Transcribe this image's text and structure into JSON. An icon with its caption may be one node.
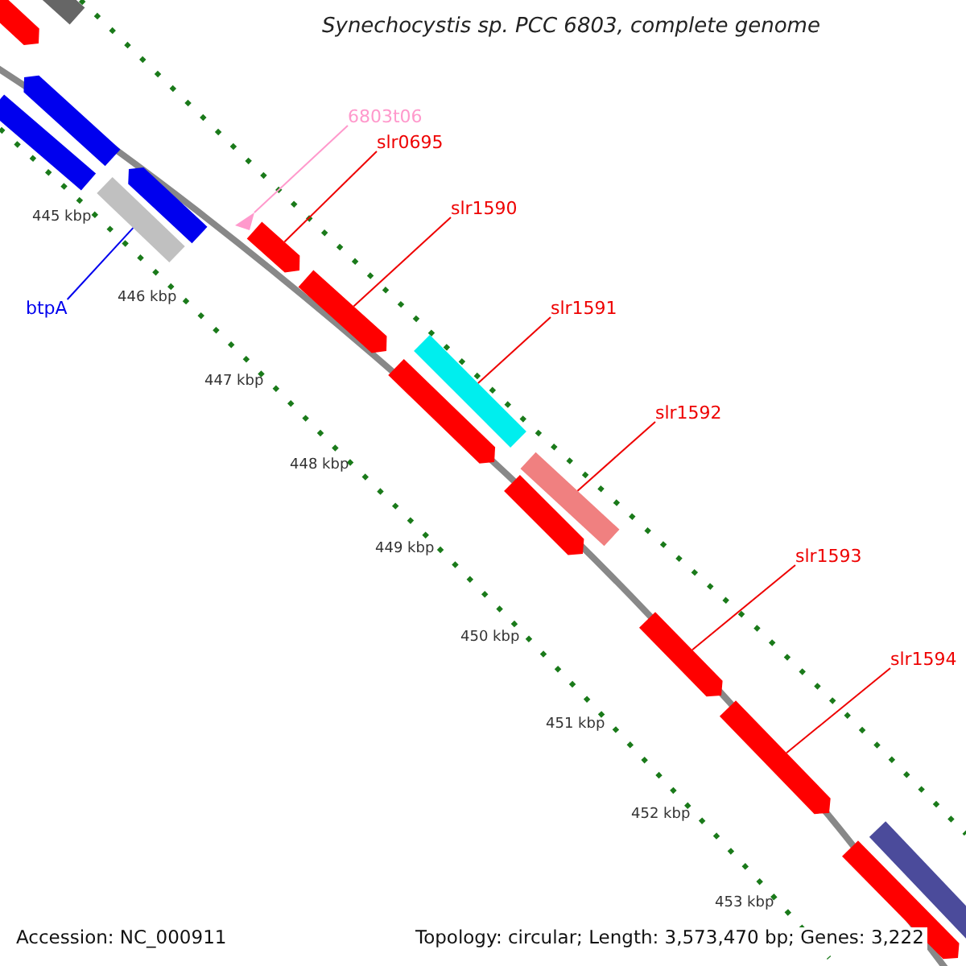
{
  "diagram": {
    "title": "Synechocystis sp. PCC 6803, complete genome",
    "nodes": [
      {
        "text": [
          "6803t06"
        ]
      },
      {
        "text": [
          "slr0695"
        ]
      },
      {
        "text": [
          "slr1590"
        ]
      },
      {
        "text": [
          "btpA"
        ]
      },
      {
        "text": [
          "slr1591"
        ]
      },
      {
        "text": [
          "slr1592"
        ]
      },
      {
        "text": [
          "slr1593"
        ]
      },
      {
        "text": [
          "slr1594"
        ]
      },
      {
        "text": [],
        "shape": "bar"
      },
      {
        "text": [],
        "shape": "bar"
      },
      {
        "text": [],
        "shape": "bar"
      },
      {
        "text": [],
        "shape": "bar"
      },
      {
        "text": [],
        "shape": "bar"
      },
      {
        "text": [],
        "shape": "bar"
      },
      {
        "text": [],
        "shape": "triangle"
      },
      {
        "text": [],
        "shape": "bar"
      },
      {
        "text": [],
        "shape": "bar"
      },
      {
        "text": [],
        "shape": "bar"
      },
      {
        "text": [],
        "shape": "bar"
      },
      {
        "text": [],
        "shape": "bar"
      },
      {
        "text": [],
        "shape": "bar"
      },
      {
        "text": [],
        "shape": "bar"
      },
      {
        "text": [],
        "shape": "bar"
      },
      {
        "text": [],
        "shape": "bar"
      },
      {
        "text": [],
        "shape": "bar"
      }
    ],
    "edges": [
      {
        "from": 0,
        "to": 14,
        "arrow": "none",
        "color": "#ff99cc"
      },
      {
        "from": 1,
        "to": 15,
        "arrow": "none"
      },
      {
        "from": 2,
        "to": 16,
        "arrow": "none"
      },
      {
        "from": 3,
        "to": 13,
        "arrow": "none",
        "color": "#0000ee"
      },
      {
        "from": 4,
        "to": 17,
        "arrow": "none"
      },
      {
        "from": 5,
        "to": 19,
        "arrow": "none"
      },
      {
        "from": 6,
        "to": 21,
        "arrow": "none"
      },
      {
        "from": 7,
        "to": 22,
        "arrow": "none"
      }
    ],
    "labels": [
      "445 kbp",
      "446 kbp",
      "447 kbp",
      "448 kbp",
      "449 kbp",
      "450 kbp",
      "451 kbp",
      "452 kbp",
      "453 kbp",
      "Accession: NC_000911",
      "Topology: circular; Length: 3,573,470 bp; Genes: 3,222"
    ]
  }
}
